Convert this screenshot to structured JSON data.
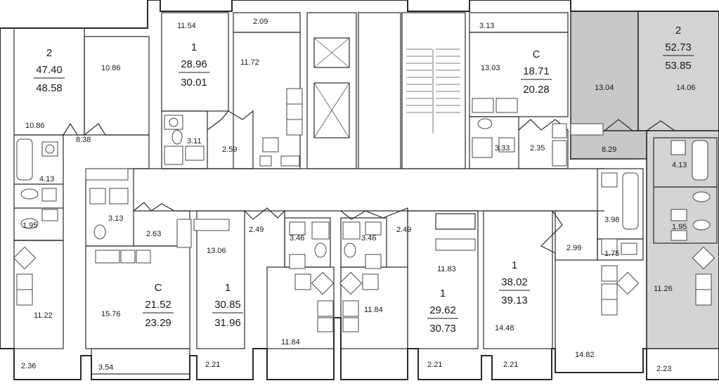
{
  "units": [
    {
      "id": "u1",
      "rooms": "2",
      "living": "47.40",
      "total": "48.58",
      "highlight": false
    },
    {
      "id": "u2",
      "rooms": "1",
      "living": "28.96",
      "total": "30.01",
      "highlight": false
    },
    {
      "id": "u3",
      "rooms": "C",
      "living": "18.71",
      "total": "20.28",
      "highlight": false
    },
    {
      "id": "u4",
      "rooms": "2",
      "living": "52.73",
      "total": "53.85",
      "highlight": true
    },
    {
      "id": "u5",
      "rooms": "C",
      "living": "21.52",
      "total": "23.29",
      "highlight": false
    },
    {
      "id": "u6",
      "rooms": "1",
      "living": "30.85",
      "total": "31.96",
      "highlight": false
    },
    {
      "id": "u7",
      "rooms": "1",
      "living": "29.62",
      "total": "30.73",
      "highlight": false
    },
    {
      "id": "u8",
      "rooms": "1",
      "living": "38.02",
      "total": "39.13",
      "highlight": false
    }
  ],
  "room_areas": [
    "11.54",
    "2.09",
    "3.13",
    "10.86",
    "11.72",
    "13.03",
    "13.04",
    "14.06",
    "10.86",
    "3.11",
    "2.59",
    "3.33",
    "2.35",
    "8.29",
    "8.38",
    "4.13",
    "4.13",
    "3.13",
    "2.63",
    "1.95",
    "1.95",
    "13.06",
    "2.49",
    "3.46",
    "3.46",
    "2.49",
    "3.98",
    "2.99",
    "1.75",
    "11.83",
    "11.26",
    "11.22",
    "15.76",
    "11.84",
    "14.48",
    "11.84",
    "14.82",
    "2.36",
    "3.54",
    "2.21",
    "2.21",
    "2.21",
    "2.23"
  ]
}
